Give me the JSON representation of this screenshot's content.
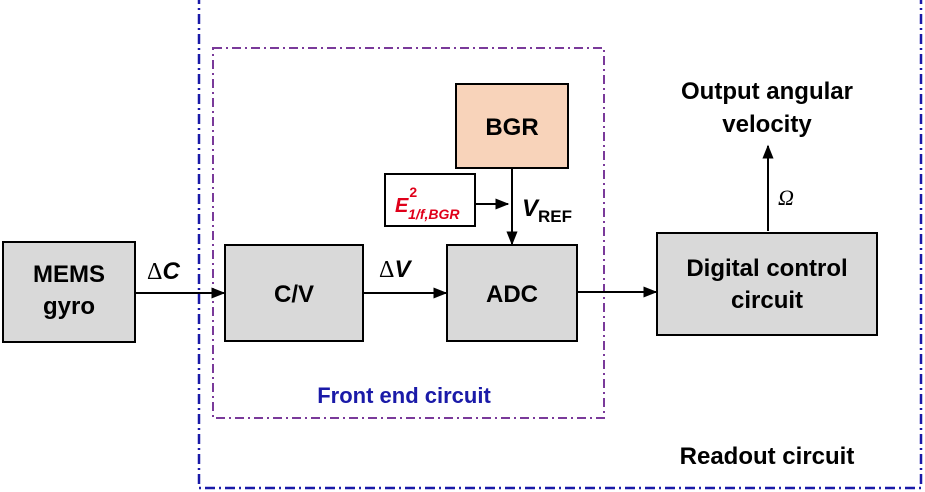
{
  "colors": {
    "block_fill": "#d9d9d9",
    "bgr_fill": "#f8d3ba",
    "readout_border": "#1a1aa8",
    "frontend_border": "#7a3a9a",
    "frontend_label": "#1a1aa8",
    "noise_text": "#e0001a",
    "text": "#000000"
  },
  "blocks": {
    "mems_line1": "MEMS",
    "mems_line2": "gyro",
    "cv": "C/V",
    "adc": "ADC",
    "bgr": "BGR",
    "digital_line1": "Digital control",
    "digital_line2": "circuit"
  },
  "signals": {
    "delta_c_sym": "Δ",
    "delta_c_var": "C",
    "delta_v_sym": "Δ",
    "delta_v_var": "V",
    "vref_main": "V",
    "vref_sub": "REF",
    "omega": "Ω",
    "noise_main": "E",
    "noise_sup": "2",
    "noise_sub": "1/f,BGR"
  },
  "labels": {
    "output_line1": "Output angular",
    "output_line2": "velocity",
    "front_end": "Front end circuit",
    "readout": "Readout circuit"
  }
}
